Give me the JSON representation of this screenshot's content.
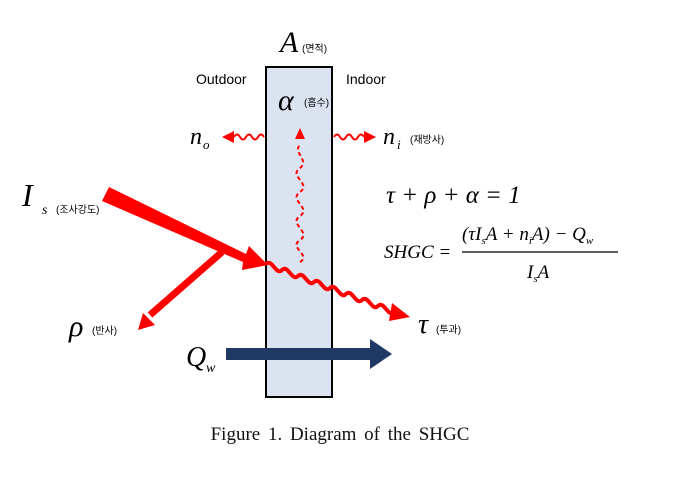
{
  "labels": {
    "area_symbol": "A",
    "area_note": "(면적)",
    "outdoor": "Outdoor",
    "indoor": "Indoor",
    "alpha_symbol": "α",
    "alpha_note": "(흡수)",
    "no_symbol": "n",
    "no_sub": "o",
    "ni_symbol": "n",
    "ni_sub": "i",
    "ni_note": "(재방사)",
    "is_symbol": "I",
    "is_sub": "s",
    "is_note": "(조사강도)",
    "rho_symbol": "ρ",
    "rho_note": "(반사)",
    "tau_symbol": "τ",
    "tau_note": "(투과)",
    "qw_symbol": "Q",
    "qw_sub": "w"
  },
  "equations": {
    "balance": "τ + ρ + α = 1",
    "shgc_lhs": "SHGC =",
    "shgc_numerator": "(τI",
    "shgc_num_s": "s",
    "shgc_num_mid": "A + n",
    "shgc_num_i": "i",
    "shgc_num_end": "A) − Q",
    "shgc_num_w": "w",
    "shgc_denominator": "I",
    "shgc_den_s": "s",
    "shgc_den_end": "A"
  },
  "caption": "Figure 1. Diagram of the SHGC",
  "colors": {
    "glass_fill": "#dbe3f1",
    "glass_stroke": "#000000",
    "red_arrow": "#ff0000",
    "qw_arrow": "#1f3864"
  }
}
